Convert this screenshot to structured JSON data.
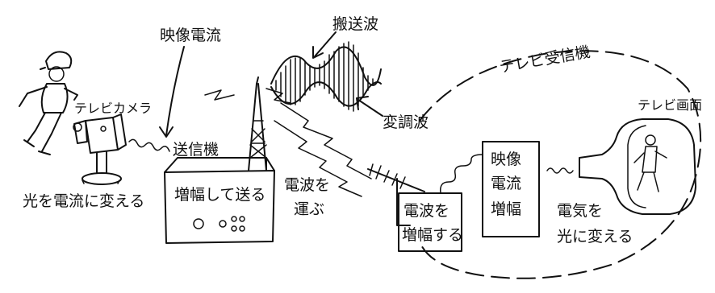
{
  "labels": {
    "video_current": "映像電流",
    "carrier_wave": "搬送波",
    "tv_receiver": "テレビ受信機",
    "tv_camera": "テレビカメラ",
    "modulated_wave": "変調波",
    "tv_screen": "テレビ画面",
    "transmitter": "送信機",
    "light_to_current": "光を電流に変える",
    "amplify_send": "増幅して送る",
    "carry_radio_line1": "電波を",
    "carry_radio_line2": "運ぶ",
    "amp_radio_line1": "電波を",
    "amp_radio_line2": "増幅する",
    "video_amp_line1": "映像",
    "video_amp_line2": "電流",
    "video_amp_line3": "増幅",
    "elec_light_line1": "電気を",
    "elec_light_line2": "光に変える"
  }
}
